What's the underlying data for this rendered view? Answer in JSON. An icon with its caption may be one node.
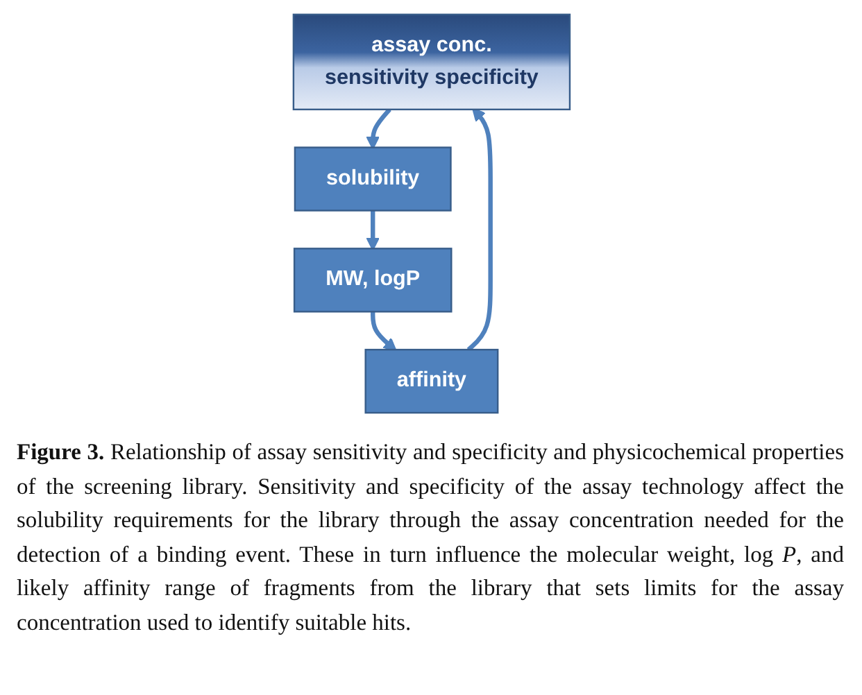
{
  "diagram": {
    "caption": "**Figure 3.** Relationship of assay sensitivity and specificity and physicochemical properties of the screening library. Sensitivity and specificity of the assay technology affect the solubility requirements for the library through the assay concentration needed for the detection of a binding event. These in turn influence the molecular weight, log *P*, and likely affinity range of fragments from the library that sets limits for the assay concentration used to identify suitable hits.",
    "nodes": [
      {
        "text": [
          "assay conc.",
          "sensitivity specificity"
        ]
      },
      {
        "text": [
          "affinity"
        ]
      },
      {
        "text": [
          "solubility"
        ]
      },
      {
        "text": [
          "MW, logP"
        ]
      }
    ],
    "edges": [
      {
        "from": 0,
        "to": 2,
        "arrow": "to"
      },
      {
        "from": 2,
        "to": 3,
        "arrow": "to"
      },
      {
        "from": 3,
        "to": 1,
        "arrow": "to"
      },
      {
        "from": 1,
        "to": 0,
        "arrow": "to"
      }
    ]
  }
}
